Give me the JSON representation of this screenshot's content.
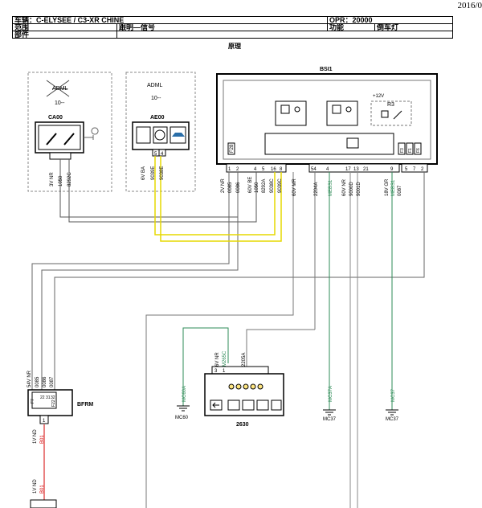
{
  "header": {
    "year": "2016/0",
    "vehicle": "车辆：C-ELYSEE / C3-XR CHINE",
    "opr": "OPR：20000",
    "scope": "范围",
    "signal_desc": "跟明—信号",
    "function": "功能",
    "function_value": "倒车灯",
    "parts": "部件",
    "principle": "原理"
  },
  "components": {
    "bsi": "BSI1",
    "adml_left": "ADML",
    "adml_left_code": "10--",
    "ca00": "CA00",
    "adml_right": "ADML",
    "adml_right_code": "10--",
    "ae00": "AE00",
    "bfrm": "BFRM",
    "c2630": "2630",
    "plus12v": "+12V",
    "r3": "R3",
    "f28": "F28",
    "f3": "F3",
    "f1": "F1",
    "f6": "F6"
  },
  "wires": {
    "ca00": [
      "3V NR",
      "1050",
      "8292C"
    ],
    "ae00": [
      "6V BA",
      "9039E",
      "9038E"
    ],
    "ae00_pins": [
      "5",
      "4"
    ],
    "bsi_left": [
      "2V NR",
      "0085",
      "0086",
      "60V BE",
      "1050",
      "8292A",
      "9038C",
      "9039C"
    ],
    "bsi_left_pins": [
      "1",
      "2",
      "",
      "4",
      "5",
      "16",
      "8"
    ],
    "bsi_mid": [
      "60V MR",
      "2204A",
      "MEBS1",
      "60V NR",
      "9000D",
      "9001D",
      "18V GR",
      "MEBS1",
      "0087"
    ],
    "bsi_mid_pins": [
      "54",
      "4",
      "17",
      "13",
      "21",
      "9"
    ],
    "bsi_right_pins": [
      "5",
      "7",
      "2"
    ],
    "bfrm": [
      "54V NR",
      "0085",
      "0086",
      "0087"
    ],
    "bfrm_pins": [
      "F7",
      "22",
      "31",
      "32",
      "F22"
    ],
    "bfrm_out_pin": "1",
    "bfrm_out": [
      "1V ND",
      "B01"
    ],
    "bottom_out": [
      "1V ND",
      "B01"
    ],
    "c2630": [
      "6V NR",
      "M265C",
      "2205A"
    ],
    "c2630_pins": [
      "3",
      "1"
    ],
    "mc60a": "MC60A",
    "mc60": "MC60",
    "mc37a": "MC37A",
    "mc37_left": "MC37",
    "mc37b": "MC37",
    "mc37_right": "MC37"
  }
}
